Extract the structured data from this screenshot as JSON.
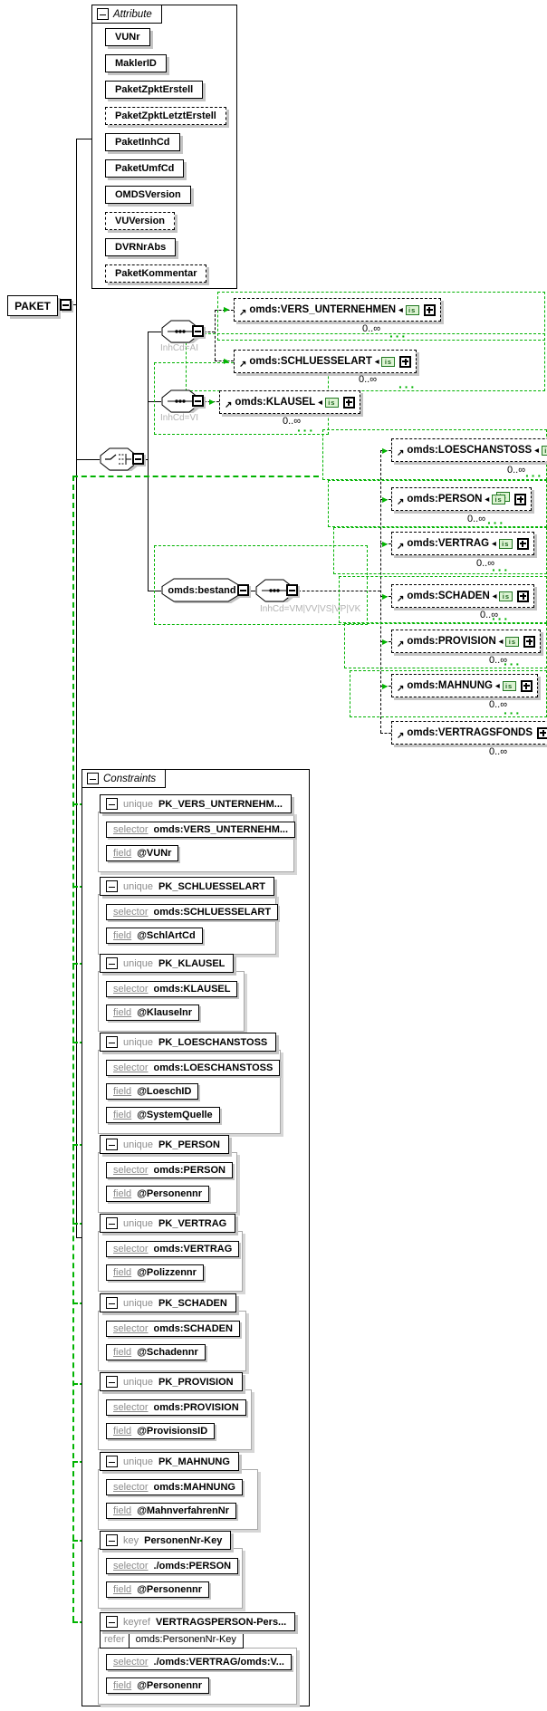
{
  "diagram": {
    "root_label": "PAKET",
    "colors": {
      "constraint_link_green": "#00b300",
      "shadow_gray": "#c4c4c4",
      "label_gray": "#8c8c8c"
    }
  },
  "attributes": {
    "title": "Attribute",
    "items": [
      {
        "name": "VUNr",
        "optional": false
      },
      {
        "name": "MaklerID",
        "optional": false
      },
      {
        "name": "PaketZpktErstell",
        "optional": false
      },
      {
        "name": "PaketZpktLetztErstell",
        "optional": true
      },
      {
        "name": "PaketInhCd",
        "optional": false
      },
      {
        "name": "PaketUmfCd",
        "optional": false
      },
      {
        "name": "OMDSVersion",
        "optional": false
      },
      {
        "name": "VUVersion",
        "optional": true
      },
      {
        "name": "DVRNrAbs",
        "optional": false
      },
      {
        "name": "PaketKommentar",
        "optional": true
      }
    ]
  },
  "content": {
    "choice_branches": [
      {
        "connector": "sequence",
        "connector_label": "InhCd=AI",
        "elements": [
          {
            "name": "omds:VERS_UNTERNEHMEN",
            "cardinality": "0..∞"
          },
          {
            "name": "omds:SCHLUESSELART",
            "cardinality": "0..∞"
          }
        ]
      },
      {
        "connector": "sequence",
        "connector_label": "InhCd=VI",
        "elements": [
          {
            "name": "omds:KLAUSEL",
            "cardinality": "0..∞"
          }
        ]
      },
      {
        "wrapper_element": "omds:bestand",
        "connector": "sequence",
        "connector_label": "InhCd=VM|VV|VS|VP|VK",
        "elements": [
          {
            "name": "omds:LOESCHANSTOSS",
            "cardinality": "0..∞"
          },
          {
            "name": "omds:PERSON",
            "cardinality": "0..∞"
          },
          {
            "name": "omds:VERTRAG",
            "cardinality": "0..∞"
          },
          {
            "name": "omds:SCHADEN",
            "cardinality": "0..∞"
          },
          {
            "name": "omds:PROVISION",
            "cardinality": "0..∞"
          },
          {
            "name": "omds:MAHNUNG",
            "cardinality": "0..∞"
          },
          {
            "name": "omds:VERTRAGSFONDS",
            "cardinality": "0..∞"
          }
        ]
      }
    ]
  },
  "icons": {
    "is_badge": "is",
    "ref_arrow": "↗",
    "subst_arrow": "◀",
    "entry_arrow": "▶",
    "more_dots": "···"
  },
  "constraints": {
    "title": "Constraints",
    "keywords": {
      "selector": "selector",
      "field": "field",
      "refer": "refer"
    },
    "items": [
      {
        "kind": "unique",
        "name": "PK_VERS_UNTERNEHM...",
        "selector": "omds:VERS_UNTERNEHM...",
        "fields": [
          "@VUNr"
        ]
      },
      {
        "kind": "unique",
        "name": "PK_SCHLUESSELART",
        "selector": "omds:SCHLUESSELART",
        "fields": [
          "@SchlArtCd"
        ]
      },
      {
        "kind": "unique",
        "name": "PK_KLAUSEL",
        "selector": "omds:KLAUSEL",
        "fields": [
          "@Klauselnr"
        ]
      },
      {
        "kind": "unique",
        "name": "PK_LOESCHANSTOSS",
        "selector": "omds:LOESCHANSTOSS",
        "fields": [
          "@LoeschID",
          "@SystemQuelle"
        ]
      },
      {
        "kind": "unique",
        "name": "PK_PERSON",
        "selector": "omds:PERSON",
        "fields": [
          "@Personennr"
        ]
      },
      {
        "kind": "unique",
        "name": "PK_VERTRAG",
        "selector": "omds:VERTRAG",
        "fields": [
          "@Polizzennr"
        ]
      },
      {
        "kind": "unique",
        "name": "PK_SCHADEN",
        "selector": "omds:SCHADEN",
        "fields": [
          "@Schadennr"
        ]
      },
      {
        "kind": "unique",
        "name": "PK_PROVISION",
        "selector": "omds:PROVISION",
        "fields": [
          "@ProvisionsID"
        ]
      },
      {
        "kind": "unique",
        "name": "PK_MAHNUNG",
        "selector": "omds:MAHNUNG",
        "fields": [
          "@MahnverfahrenNr"
        ]
      },
      {
        "kind": "key",
        "name": "PersonenNr-Key",
        "selector": "./omds:PERSON",
        "fields": [
          "@Personennr"
        ]
      },
      {
        "kind": "keyref",
        "name": "VERTRAGSPERSON-Pers...",
        "refer": "omds:PersonenNr-Key",
        "selector": "./omds:VERTRAG/omds:V...",
        "fields": [
          "@Personennr"
        ]
      }
    ]
  }
}
